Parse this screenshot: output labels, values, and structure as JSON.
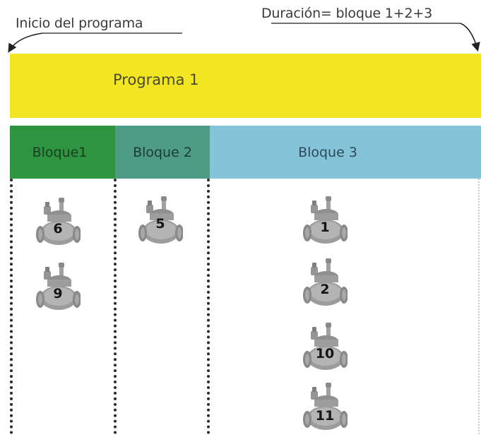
{
  "annotations": {
    "start_label": "Inicio del programa",
    "duration_label": "Duración= bloque 1+2+3"
  },
  "program": {
    "label": "Programa 1"
  },
  "blocks": [
    {
      "label": "Bloque1",
      "color": "#2e9440",
      "valves": [
        "6",
        "9"
      ]
    },
    {
      "label": "Bloque 2",
      "color": "#4f9c86",
      "valves": [
        "5"
      ]
    },
    {
      "label": "Bloque 3",
      "color": "#85c3d9",
      "valves": [
        "1",
        "2",
        "10",
        "11"
      ]
    }
  ],
  "colors": {
    "program_bar": "#f2e622",
    "valve": "#9c9c9c"
  },
  "icons": {
    "valve": "valve-icon",
    "arrow": "arrow-icon"
  }
}
